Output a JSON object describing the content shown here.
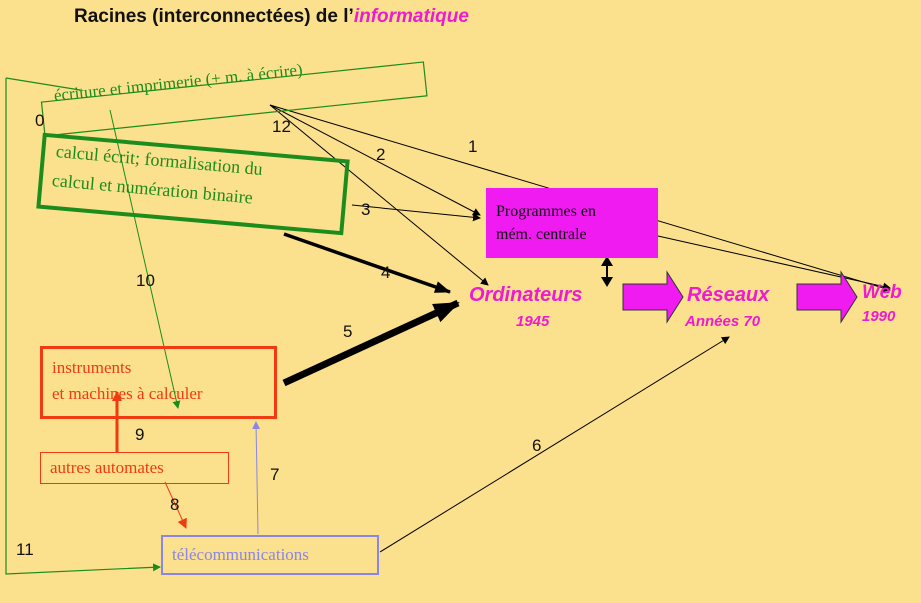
{
  "title": {
    "prefix": "Racines (interconnectées) de l’",
    "emphasis": "informatique"
  },
  "nodes": {
    "ecriture": "écriture et imprimerie (+ m. à écrire)",
    "calcul_line1": "calcul écrit; formalisation du",
    "calcul_line2": "calcul et numération binaire",
    "programmes_line1": "Programmes en",
    "programmes_line2": "mém. centrale",
    "ordinateurs": "Ordinateurs",
    "ordinateurs_year": "1945",
    "reseaux": "Réseaux",
    "reseaux_year": "Années 70",
    "web": "Web",
    "web_year": "1990",
    "instruments_line1": "instruments",
    "instruments_line2": "et machines à calculer",
    "automates": "autres automates",
    "telecom": "télécommunications"
  },
  "edge_labels": [
    "0",
    "1",
    "2",
    "3",
    "4",
    "5",
    "6",
    "7",
    "8",
    "9",
    "10",
    "11",
    "12"
  ],
  "colors": {
    "background": "#fbe08d",
    "green": "#1c8c1c",
    "red": "#f03a10",
    "blue": "#8a86e6",
    "magenta": "#f01bf0",
    "magenta_text": "#ee1bd0"
  }
}
